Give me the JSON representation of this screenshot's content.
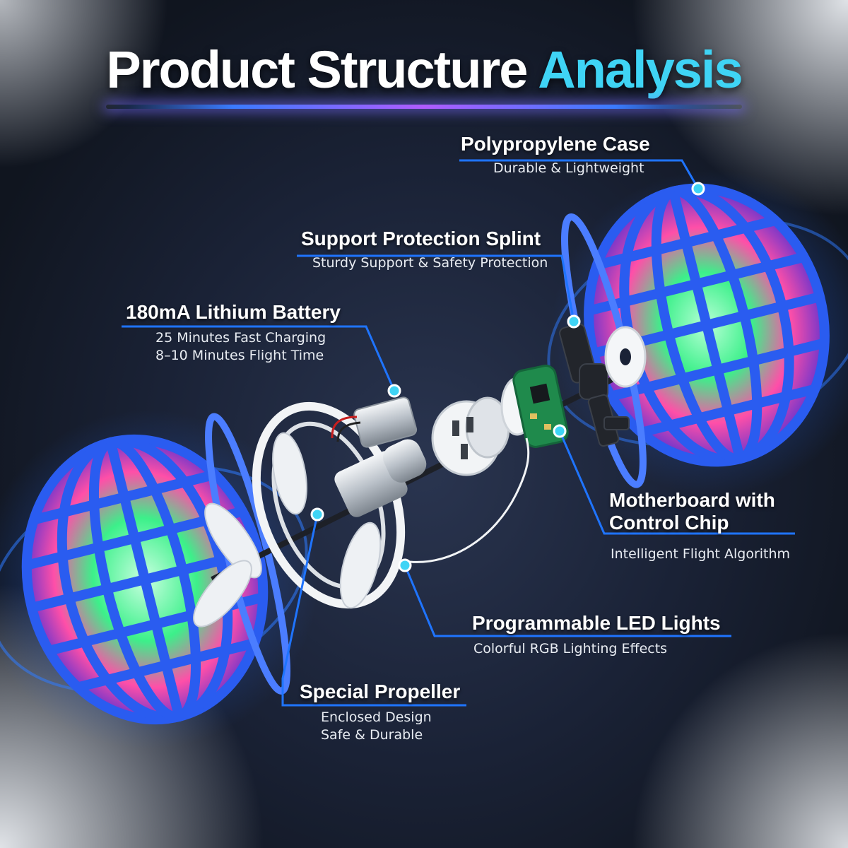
{
  "title": {
    "main": "Product Structure",
    "accent": "Analysis"
  },
  "callouts": {
    "case": {
      "title": "Polypropylene Case",
      "desc": "Durable & Lightweight"
    },
    "splint": {
      "title": "Support Protection Splint",
      "desc": "Sturdy Support & Safety Protection"
    },
    "battery": {
      "title": "180mA Lithium Battery",
      "desc1": "25 Minutes Fast Charging",
      "desc2": "8–10 Minutes Flight Time"
    },
    "motherboard": {
      "title1": "Motherboard with",
      "title2": "Control Chip",
      "desc": "Intelligent Flight Algorithm"
    },
    "led": {
      "title": "Programmable LED Lights",
      "desc": "Colorful RGB Lighting Effects"
    },
    "propeller": {
      "title": "Special Propeller",
      "desc1": "Enclosed Design",
      "desc2": "Safe & Durable"
    }
  },
  "colors": {
    "accent": "#3fd4f5",
    "line": "#1f74ff",
    "shell": "#2a5cf0",
    "glow_green": "#3cf08a",
    "glow_pink": "#ff4fa8"
  }
}
